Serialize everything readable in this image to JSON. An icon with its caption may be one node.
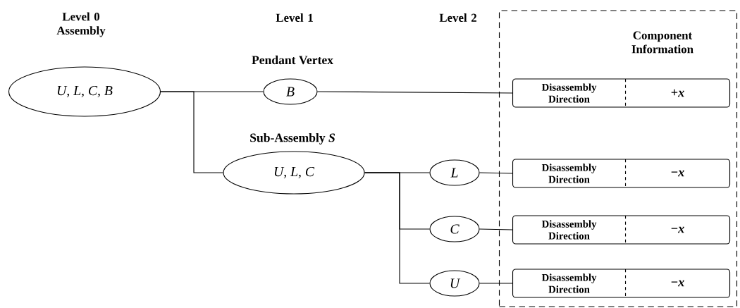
{
  "diagram": {
    "nodes": [
      {
        "text": [
          "*U*, *L*, *C*, *B*"
        ]
      },
      {
        "text": [
          "*B*"
        ],
        "beside": [
          "Pendant Vertex"
        ]
      },
      {
        "text": [
          "*U*, *L*, *C*"
        ],
        "beside": [
          "Sub-Assembly *S*"
        ]
      },
      {
        "text": [
          "*L*"
        ]
      },
      {
        "text": [
          "*C*"
        ]
      },
      {
        "text": [
          "*U*"
        ]
      },
      {
        "text": [
          "Component Information"
        ]
      },
      {
        "text": [
          "Disassembly Direction",
          "+*x*"
        ],
        "in": 6
      },
      {
        "text": [
          "Disassembly Direction",
          "−*x*"
        ],
        "in": 6
      },
      {
        "text": [
          "Disassembly Direction",
          "−*x*"
        ],
        "in": 6
      },
      {
        "text": [
          "Disassembly Direction",
          "−*x*"
        ],
        "in": 6
      }
    ],
    "edges": [
      {
        "from": 0,
        "to": 1,
        "arrow": "none"
      },
      {
        "from": 0,
        "to": 2,
        "arrow": "none"
      },
      {
        "from": 2,
        "to": 3,
        "arrow": "none"
      },
      {
        "from": 2,
        "to": 4,
        "arrow": "none"
      },
      {
        "from": 2,
        "to": 5,
        "arrow": "none"
      },
      {
        "from": 1,
        "to": 7,
        "arrow": "none"
      },
      {
        "from": 3,
        "to": 8,
        "arrow": "none"
      },
      {
        "from": 4,
        "to": 9,
        "arrow": "none"
      },
      {
        "from": 5,
        "to": 10,
        "arrow": "none"
      }
    ],
    "labels": [
      "Level 0 Assembly",
      "Level 1",
      "Level 2"
    ]
  }
}
